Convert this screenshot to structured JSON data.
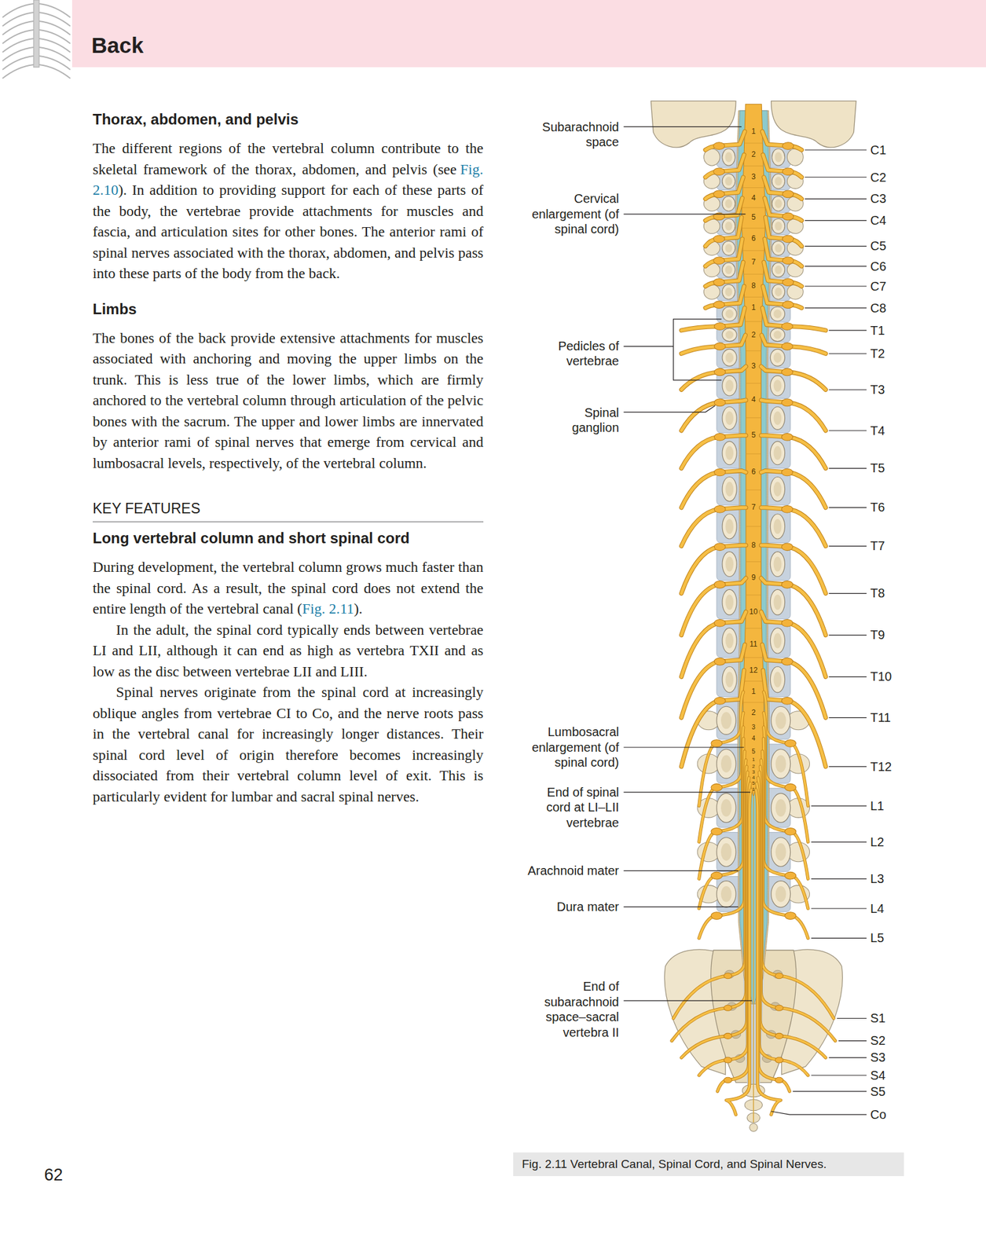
{
  "diagram": {
    "title": "Back",
    "caption": "Fig. 2.11 Vertebral Canal, Spinal Cord, and Spinal Nerves.",
    "labels": [
      "Thorax, abdomen, and pelvis",
      "The different regions of the vertebral column contribute to the skeletal framework of the thorax, abdomen, and pelvis (see",
      "Fig. 2.10",
      "). In addition to providing support for each of these parts of the body, the vertebrae provide attachments for muscles and fascia, and articulation sites for other bones. The anterior rami of spinal nerves associated with the thorax, abdomen, and pelvis pass into these parts of the body from the back.",
      "Limbs",
      "The bones of the back provide extensive attachments for muscles associated with anchoring and moving the upper limbs on the trunk. This is less true of the lower limbs, which are firmly anchored to the vertebral column through articulation of the pelvic bones with the sacrum. The upper and lower limbs are innervated by anterior rami of spinal nerves that emerge from cervical and lumbosacral levels, respectively, of the vertebral column.",
      "KEY FEATURES",
      "Long vertebral column and short spinal cord",
      "During development, the vertebral column grows much faster than the spinal cord. As a result, the spinal cord does not extend the entire length of the vertebral canal (",
      "Fig. 2.11",
      ").",
      "In the adult, the spinal cord typically ends between vertebrae LI and LII, although it can end as high as vertebra TXII and as low as the disc between vertebrae LII and LIII.",
      "Spinal nerves originate from the spinal cord at increasingly oblique angles from vertebrae CI to Co, and the nerve roots pass in the vertebral canal for increasingly longer distances. Their spinal cord level of origin therefore becomes increasingly dissociated from their vertebral column level of exit. This is particularly evident for lumbar and sacral spinal nerves.",
      "62",
      "Subarachnoid space",
      "Cervical enlargement (of spinal cord)",
      "Pedicles of vertebrae",
      "Spinal ganglion",
      "Lumbosacral enlargement (of spinal cord)",
      "End of spinal cord at LI–LII vertebrae",
      "Arachnoid mater",
      "Dura mater",
      "End of subarachnoid space–sacral vertebra II",
      "C1",
      "C2",
      "C3",
      "C4",
      "C5",
      "C6",
      "C7",
      "C8",
      "T1",
      "T2",
      "T3",
      "T4",
      "T5",
      "T6",
      "T7",
      "T8",
      "T9",
      "T10",
      "T11",
      "T12",
      "L1",
      "L2",
      "L3",
      "L4",
      "L5",
      "S1",
      "S2",
      "S3",
      "S4",
      "S5",
      "Co",
      "1",
      "2",
      "3",
      "4",
      "5",
      "6",
      "7",
      "8",
      "1",
      "2",
      "3",
      "4",
      "5",
      "6",
      "7",
      "8",
      "9",
      "10",
      "11",
      "12",
      "1",
      "2",
      "3",
      "4",
      "5",
      "1",
      "2",
      "3",
      "4",
      "5",
      "1"
    ]
  }
}
